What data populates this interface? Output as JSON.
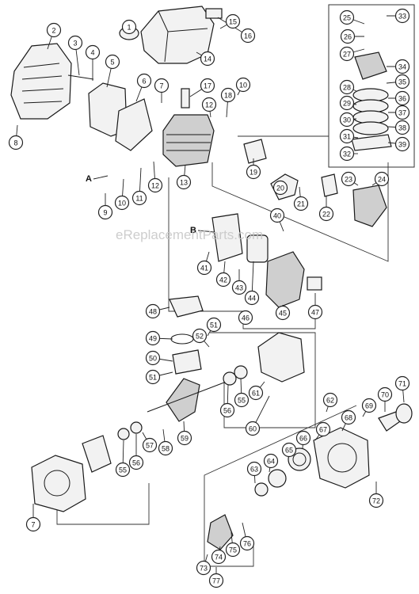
{
  "watermark": "eReplacementParts.com",
  "reference_letters": [
    "A",
    "B"
  ],
  "callouts": [
    "1",
    "2",
    "3",
    "4",
    "5",
    "6",
    "7",
    "8",
    "9",
    "10",
    "11",
    "12",
    "13",
    "14",
    "15",
    "16",
    "17",
    "18",
    "19",
    "20",
    "21",
    "22",
    "23",
    "24",
    "25",
    "26",
    "27",
    "28",
    "29",
    "30",
    "31",
    "32",
    "33",
    "34",
    "35",
    "36",
    "37",
    "38",
    "39",
    "40",
    "41",
    "42",
    "43",
    "44",
    "45",
    "46",
    "47",
    "48",
    "49",
    "50",
    "51",
    "52",
    "55",
    "56",
    "57",
    "58",
    "59",
    "60",
    "61",
    "62",
    "63",
    "64",
    "65",
    "66",
    "67",
    "68",
    "69",
    "70",
    "71",
    "72",
    "73",
    "74",
    "75",
    "76",
    "77"
  ],
  "extra_callouts": [
    "10",
    "12",
    "51",
    "55",
    "56",
    "7"
  ]
}
